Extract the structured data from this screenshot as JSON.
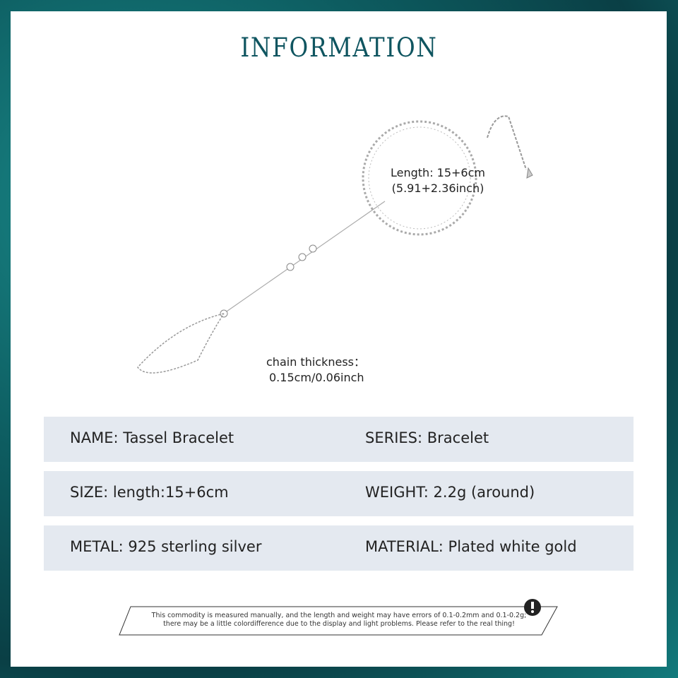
{
  "title": "INFORMATION",
  "length": {
    "line1": "Length: 15+6cm",
    "line2": "(5.91+2.36inch)"
  },
  "thickness": {
    "label": "chain thickness：",
    "value": "0.15cm/0.06inch"
  },
  "rows": [
    {
      "left": "NAME:  Tassel Bracelet",
      "right": "SERIES:    Bracelet"
    },
    {
      "left": "SIZE:   length:15+6cm",
      "right": "WEIGHT:    2.2g (around)"
    },
    {
      "left": "METAL:  925 sterling silver",
      "right": "MATERIAL:    Plated white gold"
    }
  ],
  "note": {
    "line1": "This commodity is measured manually, and the length and weight may have errors of 0.1-0.2mm and 0.1-0.2g;",
    "line2": "there may be a little colordifference due to the display and light problems. Please refer to the real thing!"
  },
  "colors": {
    "accent": "#0f5560",
    "row": "#e4e9f0"
  }
}
